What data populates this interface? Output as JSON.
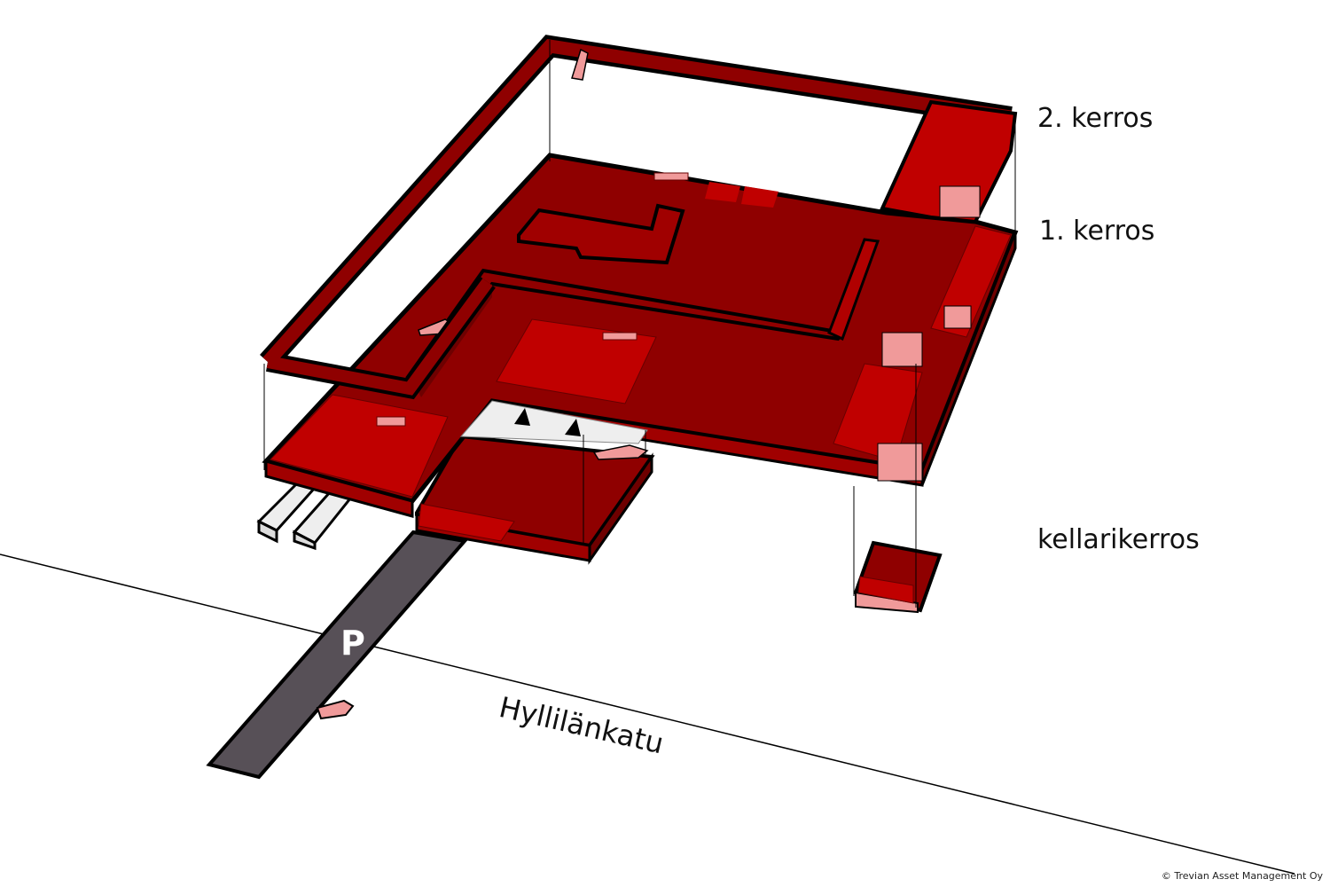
{
  "labels": {
    "floor2": "2. kerros",
    "floor1": "1. kerros",
    "basement": "kellarikerros",
    "street": "Hyllilänkatu",
    "parking": "P",
    "copyright": "© Trevian Asset Management Oy"
  },
  "colors": {
    "floor_dark": "#8f0000",
    "room_red": "#c00000",
    "room_pink": "#f09a9a",
    "parking": "#575057",
    "outline": "#000000"
  }
}
